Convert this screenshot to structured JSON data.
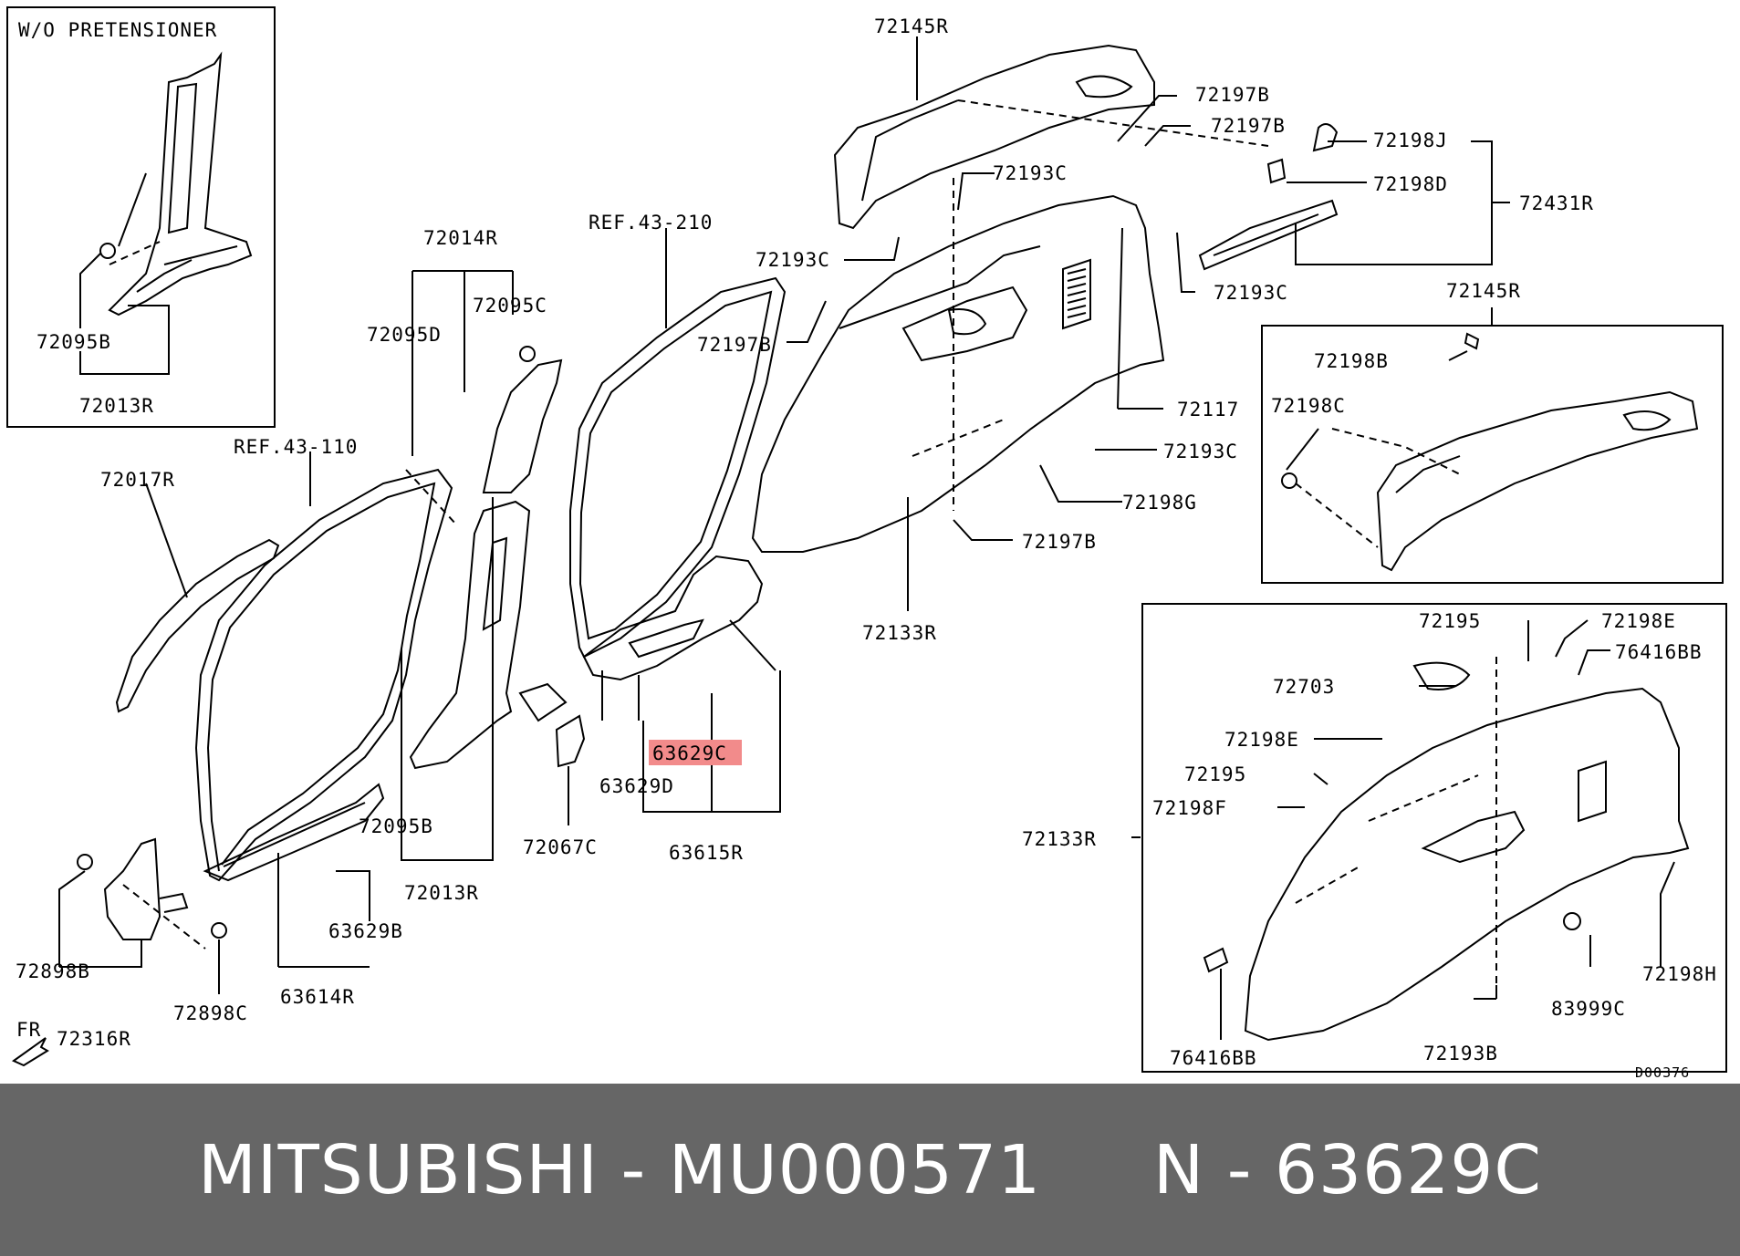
{
  "labels": {
    "wo_pretensioner": "W/O PRETENSIONER",
    "p72095B_a": "72095B",
    "p72013R_a": "72013R",
    "p72017R": "72017R",
    "ref43_110": "REF.43-110",
    "p72014R": "72014R",
    "p72095D": "72095D",
    "p72095C": "72095C",
    "ref43_210": "REF.43-210",
    "p72145R_top": "72145R",
    "p72197B_1": "72197B",
    "p72197B_2": "72197B",
    "p72198J": "72198J",
    "p72193C_1": "72193C",
    "p72198D": "72198D",
    "p72431R": "72431R",
    "p72193C_2": "72193C",
    "p72193C_3": "72193C",
    "p72197B_3": "72197B",
    "p72117": "72117",
    "p72193C_4": "72193C",
    "p72198G": "72198G",
    "p72197B_4": "72197B",
    "p72133R": "72133R",
    "p72145R_box": "72145R",
    "p72198B": "72198B",
    "p72198C": "72198C",
    "p72095B_b": "72095B",
    "p72013R_b": "72013R",
    "p72067C": "72067C",
    "p63629C": "63629C",
    "p63629D": "63629D",
    "p63615R": "63615R",
    "p63629B": "63629B",
    "p63614R": "63614R",
    "p72898B": "72898B",
    "p72898C": "72898C",
    "p72316R": "72316R",
    "fr": "FR",
    "p72195_1": "72195",
    "p72198E_1": "72198E",
    "p76416BB_1": "76416BB",
    "p72703": "72703",
    "p72198E_2": "72198E",
    "p72195_2": "72195",
    "p72198F": "72198F",
    "p72133R_box": "72133R",
    "p72198H": "72198H",
    "p83999C": "83999C",
    "p72193B": "72193B",
    "p76416BB_2": "76416BB",
    "drawing_no": "D00376"
  },
  "footer": {
    "brand": "MITSUBISHI",
    "sep1": " - ",
    "part_number": "MU000571",
    "gap": "     ",
    "ref_prefix": "N",
    "sep2": " - ",
    "ref_code": "63629C"
  },
  "colors": {
    "highlight": "#f28b8b",
    "footer_bg": "#666666",
    "line": "#000000"
  }
}
